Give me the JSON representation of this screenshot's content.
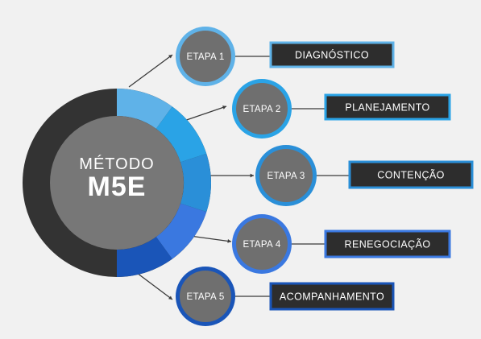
{
  "center": {
    "line1": "MÉTODO",
    "line2": "M5E"
  },
  "colors": {
    "ring_dark": "#333333",
    "center_fill": "#777777",
    "step_fill": "#6f6f6f",
    "box_fill": "#2d2d2d",
    "connector": "#3a3a3a"
  },
  "steps": [
    {
      "label": "ETAPA 1",
      "name": "DIAGNÓSTICO",
      "color": "#5fb2e8"
    },
    {
      "label": "ETAPA 2",
      "name": "PLANEJAMENTO",
      "color": "#2aa3e6"
    },
    {
      "label": "ETAPA 3",
      "name": "CONTENÇÃO",
      "color": "#2a8fd8"
    },
    {
      "label": "ETAPA 4",
      "name": "RENEGOCIAÇÃO",
      "color": "#3a78e0"
    },
    {
      "label": "ETAPA 5",
      "name": "ACOMPANHAMENTO",
      "color": "#1a55b8"
    }
  ]
}
